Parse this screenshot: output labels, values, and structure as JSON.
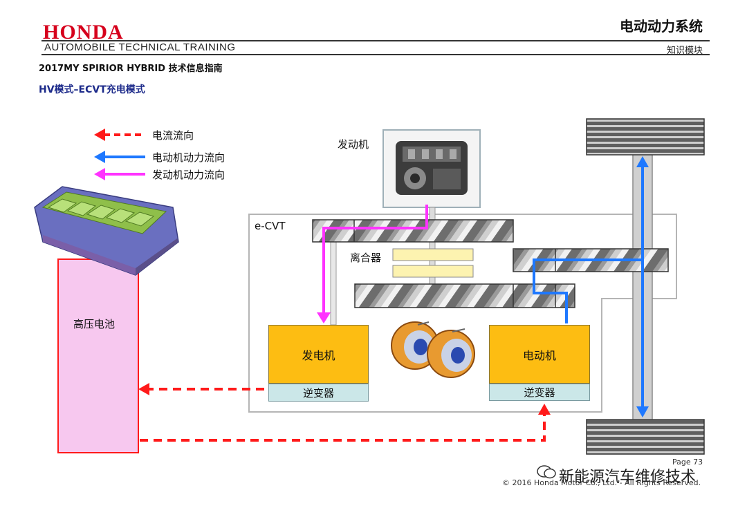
{
  "header": {
    "logo_text": "HONDA",
    "subtitle": "AUTOMOBILE TECHNICAL TRAINING",
    "section_title": "电动动力系统",
    "module_label": "知识模块"
  },
  "doc": {
    "title_line": "2017MY SPIRIOR HYBRID 技术信息指南",
    "slide_title": "HV模式–ECVT充电模式"
  },
  "legend": {
    "current_flow": "电流流向",
    "motor_power_flow": "电动机动力流向",
    "engine_power_flow": "发动机动力流向"
  },
  "diagram": {
    "engine_label": "发动机",
    "ecvt_label": "e-CVT",
    "clutch_label": "离合器",
    "battery_label": "高压电池",
    "generator_label": "发电机",
    "generator_inverter_label": "逆变器",
    "motor_label": "电动机",
    "motor_inverter_label": "逆变器"
  },
  "colors": {
    "current": "#ff1a1a",
    "motor_power": "#1e78ff",
    "engine_power": "#ff33ff",
    "battery_fill": "#f7c8ef",
    "generator_fill": "#fdbd12",
    "inverter_fill": "#cbe7e8",
    "clutch_fill": "#fdf3b0",
    "brand": "#d6001c"
  },
  "footer": {
    "page": "Page 73",
    "copyright": "© 2016 Honda Motor Co., Ltd. - All Rights Reserved.",
    "watermark": "新能源汽车维修技术"
  }
}
